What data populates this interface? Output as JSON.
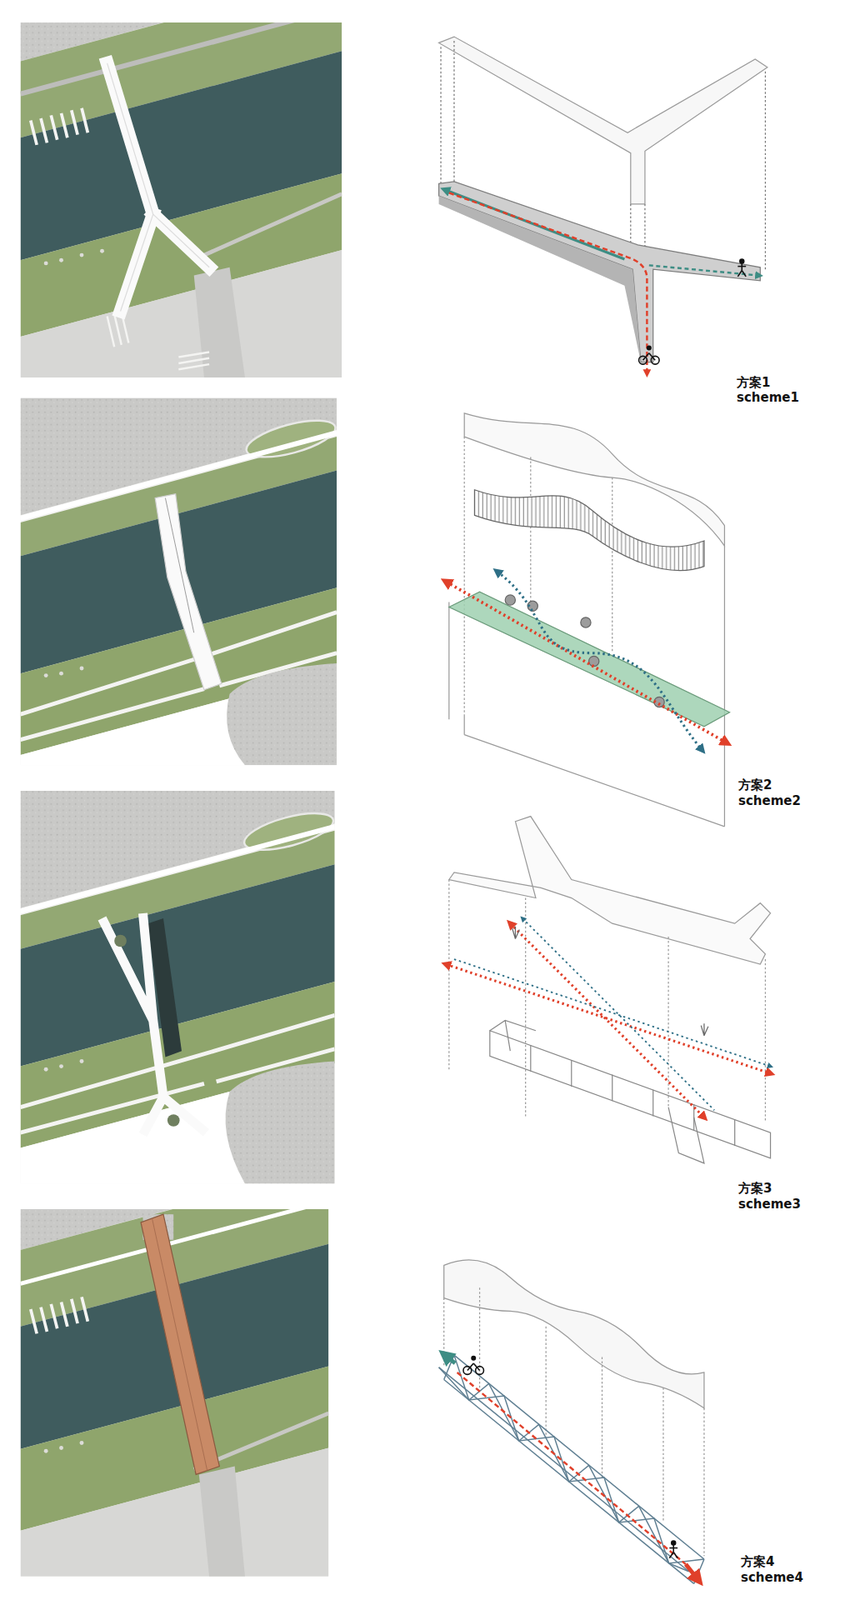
{
  "diagram": {
    "labels": [
      "方案1",
      "scheme1",
      "方案2",
      "scheme2",
      "方案3",
      "scheme3",
      "方案4",
      "scheme4"
    ]
  }
}
